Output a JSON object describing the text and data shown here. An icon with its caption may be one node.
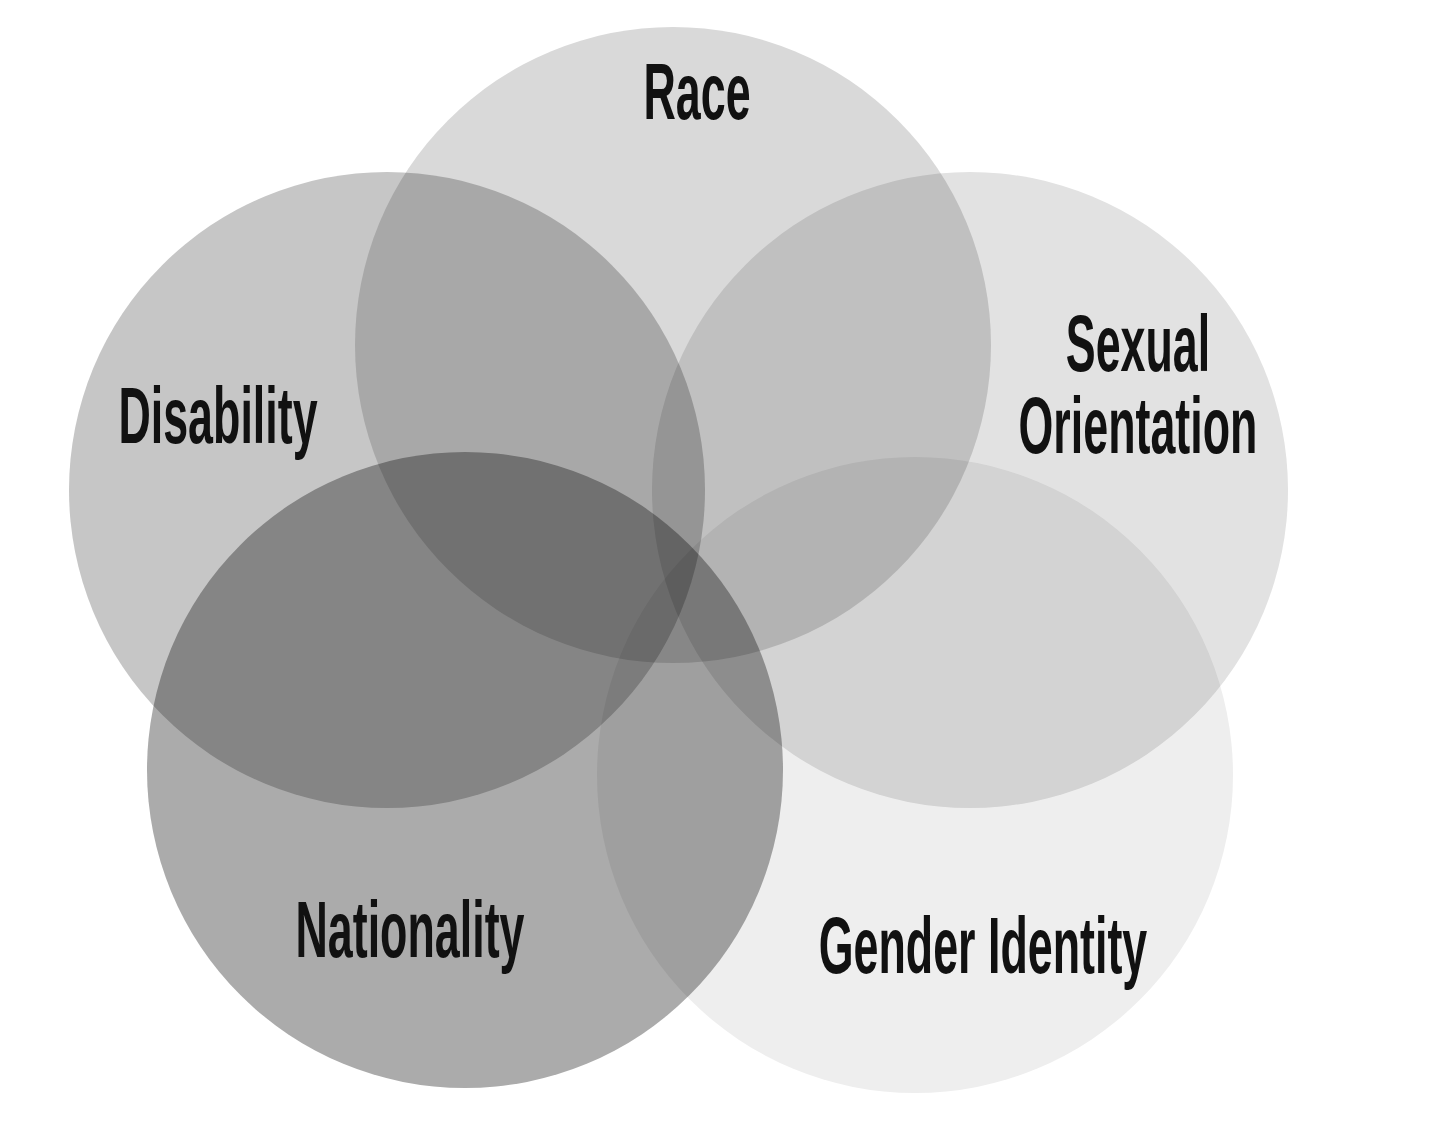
{
  "diagram": {
    "nodes": [
      {
        "text": [
          "Race"
        ]
      },
      {
        "text": [
          "Disability"
        ]
      },
      {
        "text": [
          "Sexual Orientation"
        ]
      },
      {
        "text": [
          "Nationality"
        ]
      },
      {
        "text": [
          "Gender Identity"
        ]
      }
    ]
  }
}
